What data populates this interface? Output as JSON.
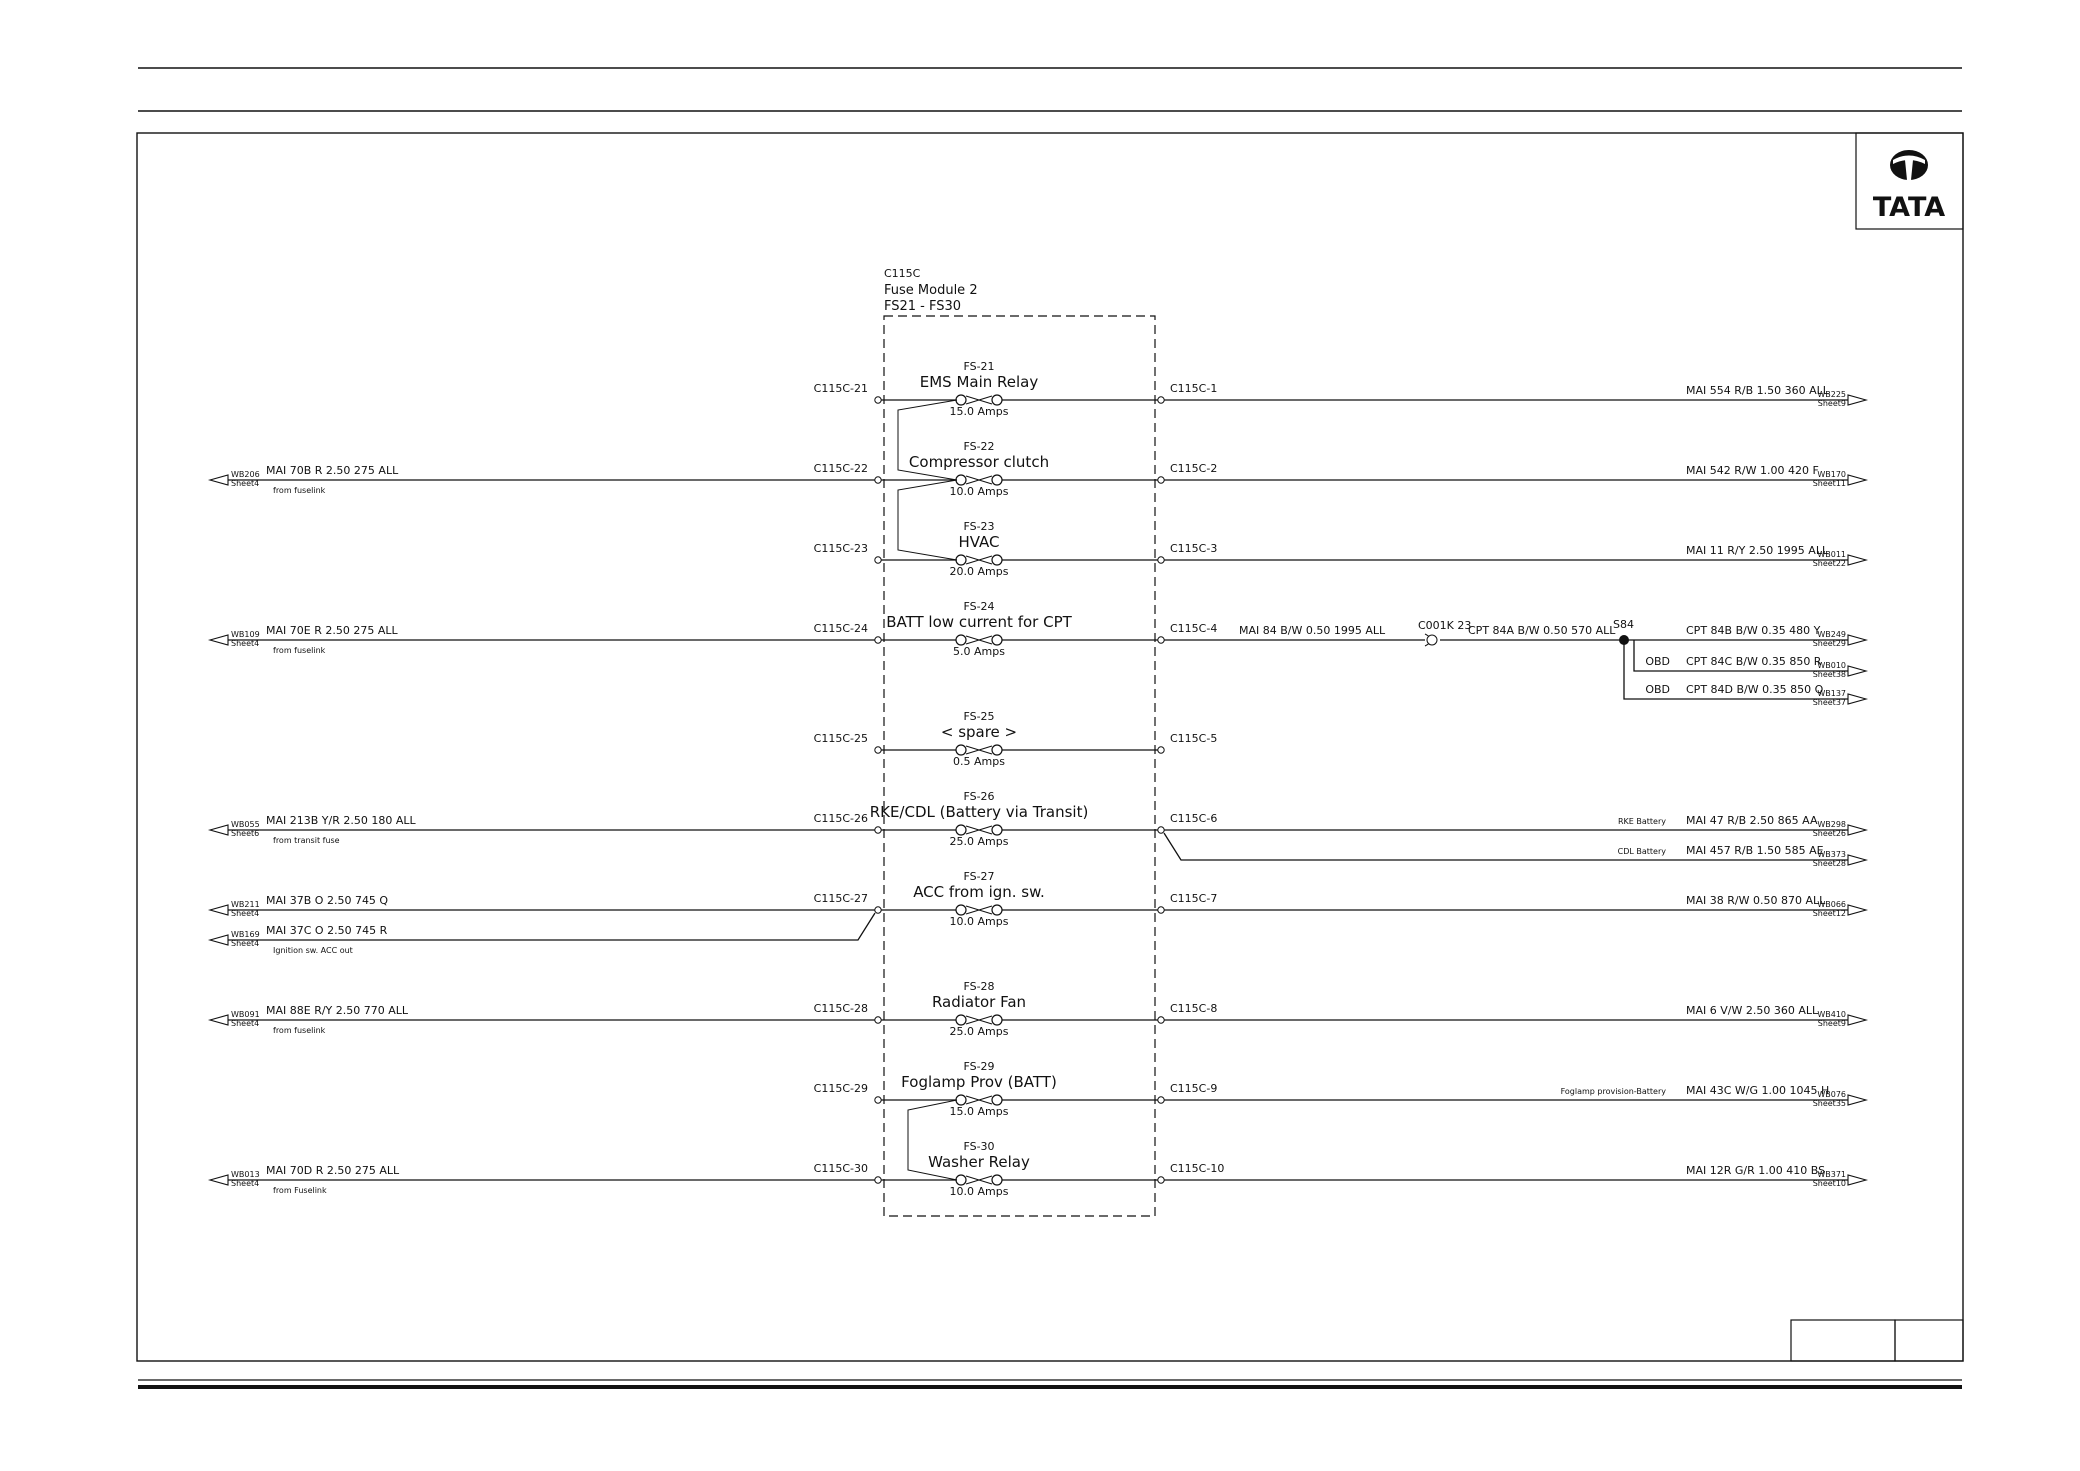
{
  "module": {
    "id": "C115C",
    "name": "Fuse Module 2",
    "range": "FS21 - FS30"
  },
  "logo": {
    "text": "TATA"
  },
  "fuses": [
    {
      "id": "FS-21",
      "name": "EMS Main Relay",
      "amps": "15.0 Amps",
      "left_pin": "C115C-21",
      "right_pin": "C115C-1",
      "right_wire": "MAI 554 R/B 1.50 360 ALL",
      "right_ref": "WB225",
      "right_sheet": "Sheet9"
    },
    {
      "id": "FS-22",
      "name": "Compressor clutch",
      "amps": "10.0 Amps",
      "left_pin": "C115C-22",
      "right_pin": "C115C-2",
      "left_wire": "MAI 70B R 2.50 275 ALL",
      "left_note": "from fuselink",
      "left_ref": "WB206",
      "left_sheet": "Sheet4",
      "right_wire": "MAI 542 R/W 1.00 420 F",
      "right_ref": "WB170",
      "right_sheet": "Sheet11"
    },
    {
      "id": "FS-23",
      "name": "HVAC",
      "amps": "20.0 Amps",
      "left_pin": "C115C-23",
      "right_pin": "C115C-3",
      "right_wire": "MAI 11 R/Y 2.50 1995 ALL",
      "right_ref": "WB011",
      "right_sheet": "Sheet22"
    },
    {
      "id": "FS-24",
      "name": "BATT low current for CPT",
      "amps": "5.0 Amps",
      "left_pin": "C115C-24",
      "right_pin": "C115C-4",
      "left_wire": "MAI 70E R 2.50 275 ALL",
      "left_note": "from fuselink",
      "left_ref": "WB109",
      "left_sheet": "Sheet4",
      "mid_wire": "MAI 84 B/W 0.50 1995 ALL",
      "inline_connector": "C001K 23",
      "after_conn_wire": "CPT 84A B/W 0.50 570 ALL",
      "splice": "S84",
      "branches": [
        {
          "label": "",
          "wire": "CPT 84B B/W 0.35 480 Y",
          "ref": "WB249",
          "sheet": "Sheet29"
        },
        {
          "label": "OBD",
          "wire": "CPT 84C B/W 0.35 850 R",
          "ref": "WB010",
          "sheet": "Sheet38"
        },
        {
          "label": "OBD",
          "wire": "CPT 84D B/W 0.35 850 Q",
          "ref": "WB137",
          "sheet": "Sheet37"
        }
      ]
    },
    {
      "id": "FS-25",
      "name": "< spare >",
      "amps": "0.5 Amps",
      "left_pin": "C115C-25",
      "right_pin": "C115C-5"
    },
    {
      "id": "FS-26",
      "name": "RKE/CDL (Battery via Transit)",
      "amps": "25.0 Amps",
      "left_pin": "C115C-26",
      "right_pin": "C115C-6",
      "left_wire": "MAI 213B Y/R 2.50 180 ALL",
      "left_note": "from transit fuse",
      "left_ref": "WB055",
      "left_sheet": "Sheet6",
      "right_label": "RKE Battery",
      "right_wire": "MAI 47 R/B 2.50 865 AA",
      "right_ref": "WB298",
      "right_sheet": "Sheet26",
      "right2_label": "CDL Battery",
      "right2_wire": "MAI 457 R/B 1.50 585 AE",
      "right2_ref": "WB373",
      "right2_sheet": "Sheet28"
    },
    {
      "id": "FS-27",
      "name": "ACC from ign. sw.",
      "amps": "10.0 Amps",
      "left_pin": "C115C-27",
      "right_pin": "C115C-7",
      "left_wire": "MAI 37B O 2.50 745 Q",
      "left_ref": "WB211",
      "left_sheet": "Sheet4",
      "left2_wire": "MAI 37C O 2.50 745 R",
      "left2_note": "Ignition sw. ACC out",
      "left2_ref": "WB169",
      "left2_sheet": "Sheet4",
      "right_wire": "MAI 38 R/W 0.50 870 ALL",
      "right_ref": "WB066",
      "right_sheet": "Sheet12"
    },
    {
      "id": "FS-28",
      "name": "Radiator Fan",
      "amps": "25.0 Amps",
      "left_pin": "C115C-28",
      "right_pin": "C115C-8",
      "left_wire": "MAI 88E R/Y 2.50 770 ALL",
      "left_note": "from fuselink",
      "left_ref": "WB091",
      "left_sheet": "Sheet4",
      "right_wire": "MAI 6 V/W 2.50 360 ALL",
      "right_ref": "WB410",
      "right_sheet": "Sheet9"
    },
    {
      "id": "FS-29",
      "name": "Foglamp Prov (BATT)",
      "amps": "15.0 Amps",
      "left_pin": "C115C-29",
      "right_pin": "C115C-9",
      "right_label": "Foglamp provision-Battery",
      "right_wire": "MAI 43C W/G 1.00 1045 H",
      "right_ref": "WB076",
      "right_sheet": "Sheet35"
    },
    {
      "id": "FS-30",
      "name": "Washer Relay",
      "amps": "10.0 Amps",
      "left_pin": "C115C-30",
      "right_pin": "C115C-10",
      "left_wire": "MAI 70D R 2.50 275 ALL",
      "left_note": "from Fuselink",
      "left_ref": "WB013",
      "left_sheet": "Sheet4",
      "right_wire": "MAI 12R G/R 1.00 410 BS",
      "right_ref": "WB371",
      "right_sheet": "Sheet10"
    }
  ]
}
